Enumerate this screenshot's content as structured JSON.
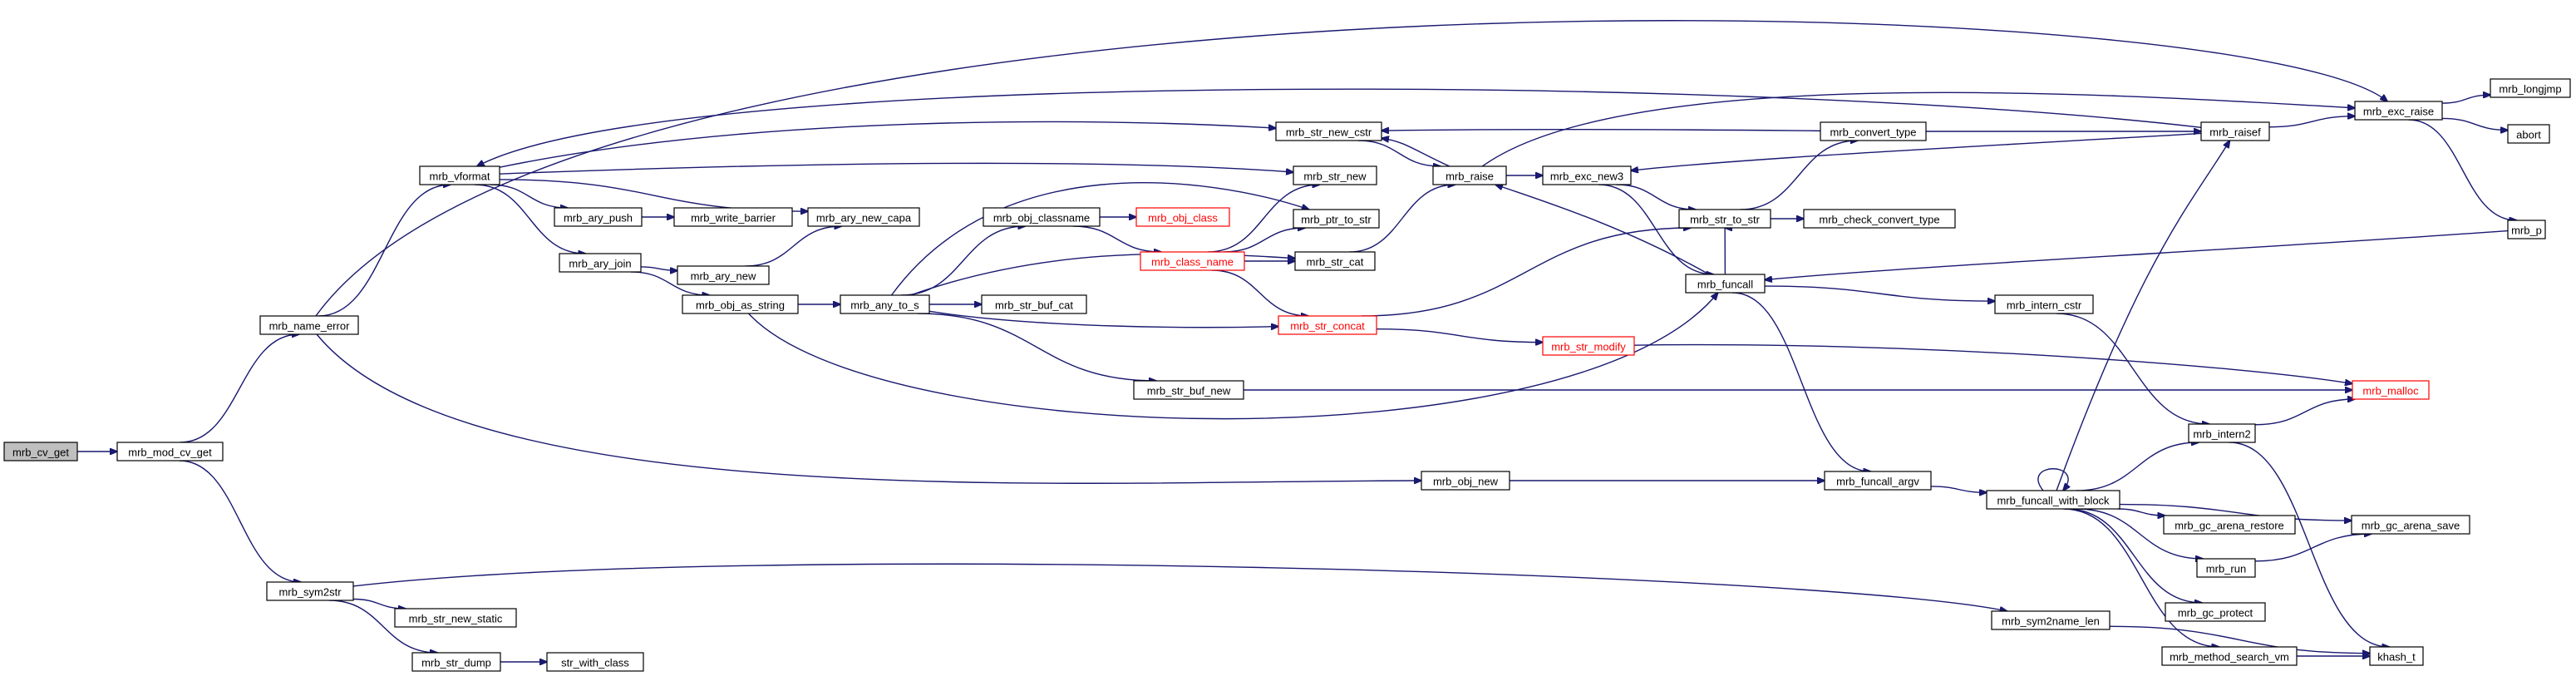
{
  "diagram": {
    "nodes": [
      {
        "id": "mrb_cv_get",
        "label": "mrb_cv_get",
        "current": true
      },
      {
        "id": "mrb_mod_cv_get",
        "label": "mrb_mod_cv_get"
      },
      {
        "id": "mrb_name_error",
        "label": "mrb_name_error"
      },
      {
        "id": "mrb_sym2str",
        "label": "mrb_sym2str"
      },
      {
        "id": "mrb_vformat",
        "label": "mrb_vformat"
      },
      {
        "id": "mrb_ary_push",
        "label": "mrb_ary_push"
      },
      {
        "id": "mrb_ary_join",
        "label": "mrb_ary_join"
      },
      {
        "id": "mrb_write_barrier",
        "label": "mrb_write_barrier"
      },
      {
        "id": "mrb_ary_new",
        "label": "mrb_ary_new"
      },
      {
        "id": "mrb_ary_new_capa",
        "label": "mrb_ary_new_capa"
      },
      {
        "id": "mrb_obj_as_string",
        "label": "mrb_obj_as_string"
      },
      {
        "id": "mrb_any_to_s",
        "label": "mrb_any_to_s"
      },
      {
        "id": "mrb_obj_classname",
        "label": "mrb_obj_classname"
      },
      {
        "id": "mrb_obj_class",
        "label": "mrb_obj_class",
        "truncated": true
      },
      {
        "id": "mrb_class_name",
        "label": "mrb_class_name",
        "truncated": true
      },
      {
        "id": "mrb_str_buf_cat",
        "label": "mrb_str_buf_cat"
      },
      {
        "id": "mrb_str_concat",
        "label": "mrb_str_concat",
        "truncated": true
      },
      {
        "id": "mrb_str_buf_new",
        "label": "mrb_str_buf_new"
      },
      {
        "id": "mrb_str_new_cstr",
        "label": "mrb_str_new_cstr"
      },
      {
        "id": "mrb_str_new",
        "label": "mrb_str_new"
      },
      {
        "id": "mrb_ptr_to_str",
        "label": "mrb_ptr_to_str"
      },
      {
        "id": "mrb_str_cat",
        "label": "mrb_str_cat"
      },
      {
        "id": "mrb_raise",
        "label": "mrb_raise"
      },
      {
        "id": "mrb_exc_new3",
        "label": "mrb_exc_new3"
      },
      {
        "id": "mrb_str_to_str",
        "label": "mrb_str_to_str"
      },
      {
        "id": "mrb_convert_type",
        "label": "mrb_convert_type"
      },
      {
        "id": "mrb_check_convert_type",
        "label": "mrb_check_convert_type"
      },
      {
        "id": "mrb_funcall",
        "label": "mrb_funcall"
      },
      {
        "id": "mrb_str_modify",
        "label": "mrb_str_modify",
        "truncated": true
      },
      {
        "id": "mrb_intern_cstr",
        "label": "mrb_intern_cstr"
      },
      {
        "id": "mrb_raisef",
        "label": "mrb_raisef"
      },
      {
        "id": "mrb_exc_raise",
        "label": "mrb_exc_raise"
      },
      {
        "id": "mrb_longjmp",
        "label": "mrb_longjmp"
      },
      {
        "id": "abort",
        "label": "abort"
      },
      {
        "id": "mrb_p",
        "label": "mrb_p"
      },
      {
        "id": "mrb_malloc",
        "label": "mrb_malloc",
        "truncated": true
      },
      {
        "id": "mrb_intern2",
        "label": "mrb_intern2"
      },
      {
        "id": "mrb_obj_new",
        "label": "mrb_obj_new"
      },
      {
        "id": "mrb_funcall_argv",
        "label": "mrb_funcall_argv"
      },
      {
        "id": "mrb_funcall_with_block",
        "label": "mrb_funcall_with_block"
      },
      {
        "id": "mrb_gc_arena_restore",
        "label": "mrb_gc_arena_restore"
      },
      {
        "id": "mrb_gc_arena_save",
        "label": "mrb_gc_arena_save"
      },
      {
        "id": "mrb_run",
        "label": "mrb_run"
      },
      {
        "id": "mrb_gc_protect",
        "label": "mrb_gc_protect"
      },
      {
        "id": "mrb_method_search_vm",
        "label": "mrb_method_search_vm"
      },
      {
        "id": "khash_t",
        "label": "khash_t"
      },
      {
        "id": "mrb_sym2name_len",
        "label": "mrb_sym2name_len"
      },
      {
        "id": "mrb_str_new_static",
        "label": "mrb_str_new_static"
      },
      {
        "id": "mrb_str_dump",
        "label": "mrb_str_dump"
      },
      {
        "id": "str_with_class",
        "label": "str_with_class"
      }
    ],
    "edges": [
      [
        "mrb_cv_get",
        "mrb_mod_cv_get"
      ],
      [
        "mrb_mod_cv_get",
        "mrb_name_error"
      ],
      [
        "mrb_mod_cv_get",
        "mrb_sym2str"
      ],
      [
        "mrb_name_error",
        "mrb_vformat"
      ],
      [
        "mrb_name_error",
        "mrb_exc_raise"
      ],
      [
        "mrb_name_error",
        "mrb_obj_new"
      ],
      [
        "mrb_vformat",
        "mrb_str_new_cstr"
      ],
      [
        "mrb_vformat",
        "mrb_str_new"
      ],
      [
        "mrb_vformat",
        "mrb_ary_push"
      ],
      [
        "mrb_vformat",
        "mrb_ary_new_capa"
      ],
      [
        "mrb_vformat",
        "mrb_ary_join"
      ],
      [
        "mrb_ary_push",
        "mrb_write_barrier"
      ],
      [
        "mrb_ary_join",
        "mrb_ary_new"
      ],
      [
        "mrb_ary_join",
        "mrb_obj_as_string"
      ],
      [
        "mrb_ary_new",
        "mrb_ary_new_capa"
      ],
      [
        "mrb_obj_as_string",
        "mrb_any_to_s"
      ],
      [
        "mrb_obj_as_string",
        "mrb_funcall"
      ],
      [
        "mrb_any_to_s",
        "mrb_obj_classname"
      ],
      [
        "mrb_any_to_s",
        "mrb_ptr_to_str"
      ],
      [
        "mrb_any_to_s",
        "mrb_str_cat"
      ],
      [
        "mrb_any_to_s",
        "mrb_str_buf_cat"
      ],
      [
        "mrb_any_to_s",
        "mrb_str_concat"
      ],
      [
        "mrb_any_to_s",
        "mrb_str_buf_new"
      ],
      [
        "mrb_obj_classname",
        "mrb_obj_class"
      ],
      [
        "mrb_obj_classname",
        "mrb_class_name"
      ],
      [
        "mrb_class_name",
        "mrb_str_new"
      ],
      [
        "mrb_class_name",
        "mrb_ptr_to_str"
      ],
      [
        "mrb_class_name",
        "mrb_str_cat"
      ],
      [
        "mrb_class_name",
        "mrb_str_concat"
      ],
      [
        "mrb_str_buf_new",
        "mrb_malloc"
      ],
      [
        "mrb_str_new_cstr",
        "mrb_raise"
      ],
      [
        "mrb_str_cat",
        "mrb_raise"
      ],
      [
        "mrb_str_concat",
        "mrb_str_to_str"
      ],
      [
        "mrb_str_concat",
        "mrb_str_modify"
      ],
      [
        "mrb_raise",
        "mrb_str_new_cstr"
      ],
      [
        "mrb_raise",
        "mrb_exc_new3"
      ],
      [
        "mrb_raise",
        "mrb_exc_raise"
      ],
      [
        "mrb_exc_new3",
        "mrb_str_to_str"
      ],
      [
        "mrb_exc_new3",
        "mrb_funcall"
      ],
      [
        "mrb_str_to_str",
        "mrb_convert_type"
      ],
      [
        "mrb_str_to_str",
        "mrb_check_convert_type"
      ],
      [
        "mrb_convert_type",
        "mrb_str_new_cstr"
      ],
      [
        "mrb_convert_type",
        "mrb_raisef"
      ],
      [
        "mrb_funcall",
        "mrb_raise"
      ],
      [
        "mrb_funcall",
        "mrb_str_to_str"
      ],
      [
        "mrb_funcall",
        "mrb_intern_cstr"
      ],
      [
        "mrb_funcall",
        "mrb_funcall_argv"
      ],
      [
        "mrb_str_modify",
        "mrb_malloc"
      ],
      [
        "mrb_intern_cstr",
        "mrb_intern2"
      ],
      [
        "mrb_raisef",
        "mrb_exc_raise"
      ],
      [
        "mrb_raisef",
        "mrb_vformat"
      ],
      [
        "mrb_raisef",
        "mrb_exc_new3"
      ],
      [
        "mrb_exc_raise",
        "mrb_longjmp"
      ],
      [
        "mrb_exc_raise",
        "abort"
      ],
      [
        "mrb_exc_raise",
        "mrb_p"
      ],
      [
        "mrb_p",
        "mrb_funcall"
      ],
      [
        "mrb_intern2",
        "mrb_malloc"
      ],
      [
        "mrb_intern2",
        "khash_t"
      ],
      [
        "mrb_obj_new",
        "mrb_funcall_argv"
      ],
      [
        "mrb_funcall_argv",
        "mrb_funcall_with_block"
      ],
      [
        "mrb_funcall_with_block",
        "mrb_funcall_with_block"
      ],
      [
        "mrb_funcall_with_block",
        "mrb_raisef"
      ],
      [
        "mrb_funcall_with_block",
        "mrb_intern2"
      ],
      [
        "mrb_funcall_with_block",
        "mrb_gc_arena_restore"
      ],
      [
        "mrb_funcall_with_block",
        "mrb_gc_arena_save"
      ],
      [
        "mrb_funcall_with_block",
        "mrb_run"
      ],
      [
        "mrb_funcall_with_block",
        "mrb_gc_protect"
      ],
      [
        "mrb_funcall_with_block",
        "mrb_method_search_vm"
      ],
      [
        "mrb_run",
        "mrb_gc_arena_save"
      ],
      [
        "mrb_method_search_vm",
        "khash_t"
      ],
      [
        "mrb_sym2str",
        "mrb_sym2name_len"
      ],
      [
        "mrb_sym2str",
        "mrb_str_new_static"
      ],
      [
        "mrb_sym2str",
        "mrb_str_dump"
      ],
      [
        "mrb_sym2name_len",
        "khash_t"
      ],
      [
        "mrb_str_dump",
        "str_with_class"
      ]
    ],
    "colors": {
      "edge": "#191970",
      "truncated": "#ff0000",
      "current_fill": "#bfbfbf"
    }
  }
}
